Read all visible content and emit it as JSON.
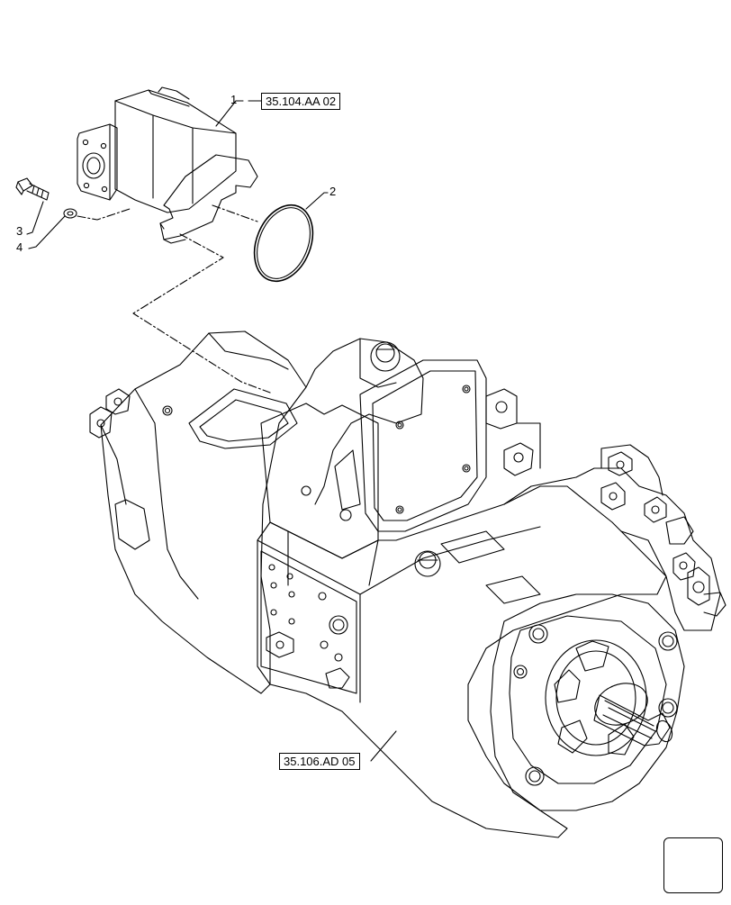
{
  "diagram": {
    "references": {
      "upper": "35.104.AA 02",
      "lower": "35.106.AD 05"
    },
    "callouts": {
      "item_1": "1",
      "item_2": "2",
      "item_3": "3",
      "item_4": "4"
    }
  },
  "navigation": {
    "icon": "arrow-down-left-icon"
  },
  "colors": {
    "line": "#000000",
    "background": "#ffffff"
  }
}
